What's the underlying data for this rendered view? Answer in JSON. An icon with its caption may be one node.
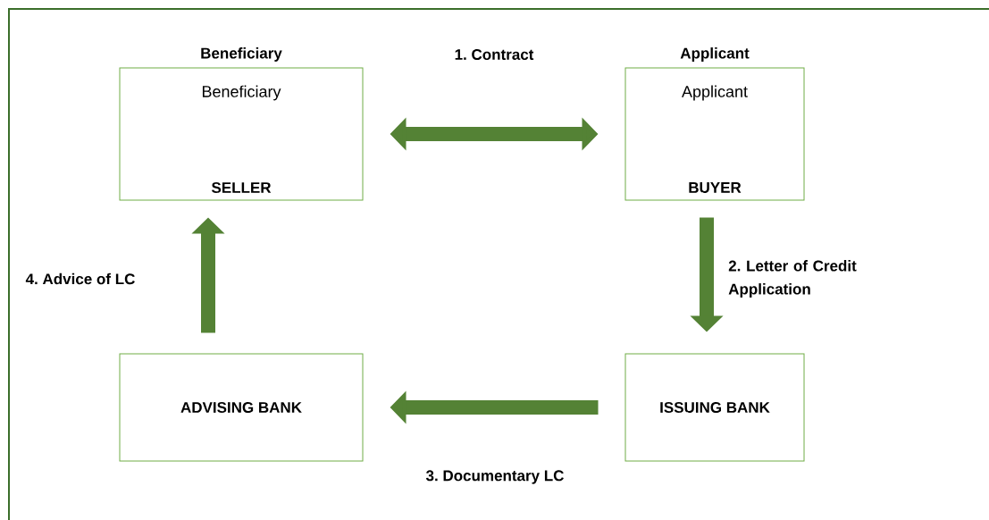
{
  "diagram": {
    "nodes": [
      {
        "text": [
          "Beneficiary",
          "Beneficiary",
          "SELLER"
        ]
      },
      {
        "text": [
          "Applicant",
          "Applicant",
          "BUYER"
        ]
      },
      {
        "text": [
          "ADVISING BANK"
        ]
      },
      {
        "text": [
          "ISSUING BANK"
        ]
      }
    ],
    "edges": [
      {
        "from": 0,
        "to": 1,
        "arrow": "both",
        "label": "1. Contract"
      },
      {
        "from": 1,
        "to": 3,
        "arrow": "to",
        "label": "2. Letter of Credit Application"
      },
      {
        "from": 3,
        "to": 2,
        "arrow": "to",
        "label": "3. Documentary LC"
      },
      {
        "from": 2,
        "to": 0,
        "arrow": "to",
        "label": "4. Advice of LC"
      }
    ]
  }
}
